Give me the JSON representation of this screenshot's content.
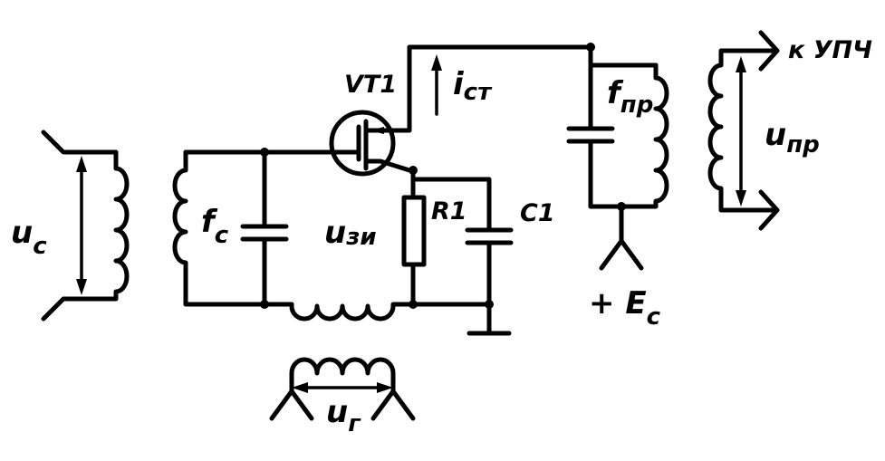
{
  "labels": {
    "u_c": {
      "main": "u",
      "sub": "с"
    },
    "f_c": {
      "main": "f",
      "sub": "с"
    },
    "u_zi": {
      "main": "u",
      "sub": "зи"
    },
    "vt1": "VT1",
    "i_st": {
      "main": "i",
      "sub": "ст"
    },
    "r1": "R1",
    "c1": "C1",
    "f_pr": {
      "main": "f",
      "sub": "пр"
    },
    "u_pr": {
      "main": "u",
      "sub": "пр"
    },
    "to_upch": "к УПЧ",
    "e_c": {
      "main": "+ E",
      "sub": "с"
    },
    "u_g": {
      "main": "u",
      "sub": "г"
    }
  }
}
